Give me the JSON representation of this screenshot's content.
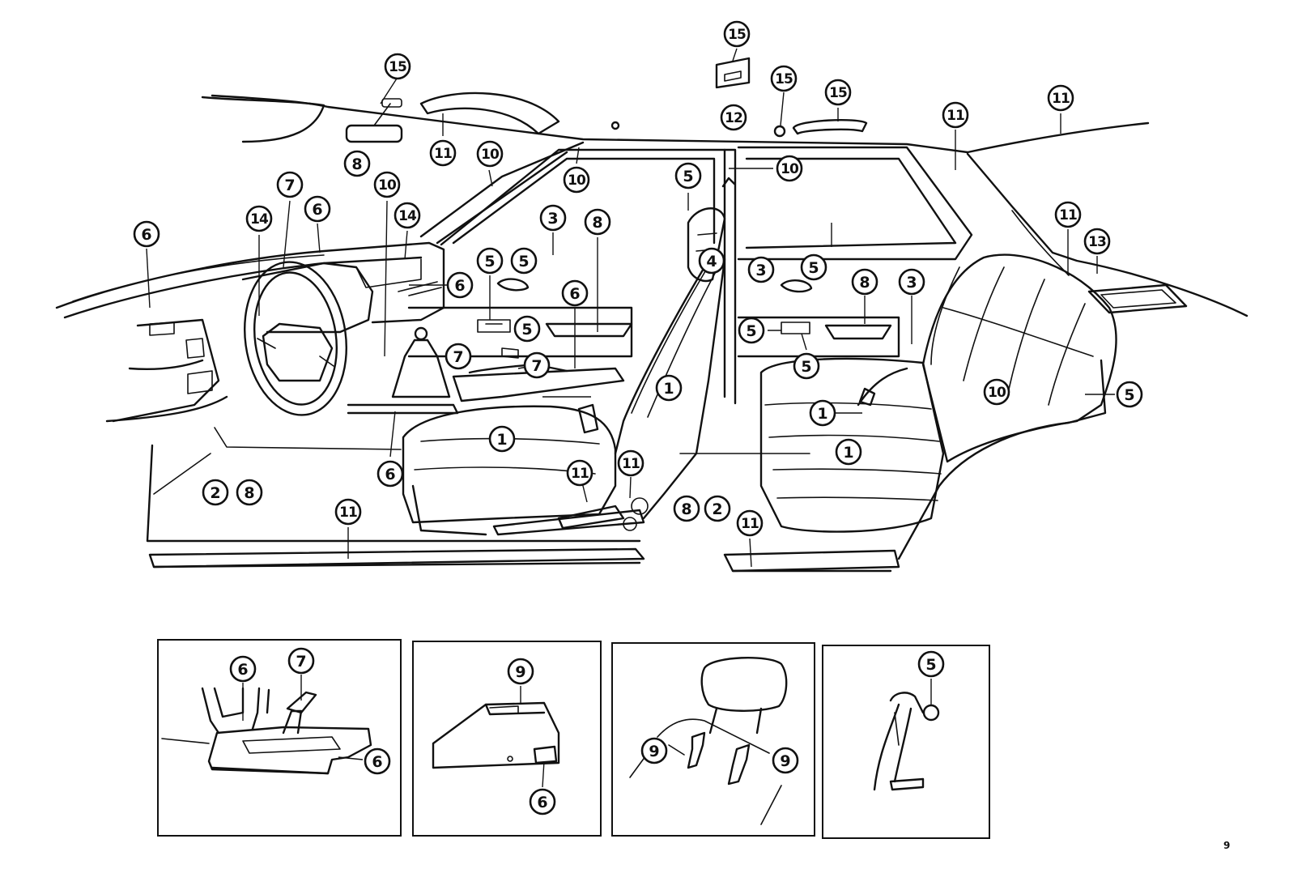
{
  "page_number": "9",
  "callouts": [
    {
      "label": "15"
    },
    {
      "label": "15"
    },
    {
      "label": "15"
    },
    {
      "label": "15"
    },
    {
      "label": "12"
    },
    {
      "label": "11"
    },
    {
      "label": "11"
    },
    {
      "label": "11"
    },
    {
      "label": "8"
    },
    {
      "label": "10"
    },
    {
      "label": "10"
    },
    {
      "label": "10"
    },
    {
      "label": "10"
    },
    {
      "label": "5"
    },
    {
      "label": "7"
    },
    {
      "label": "6"
    },
    {
      "label": "14"
    },
    {
      "label": "14"
    },
    {
      "label": "6"
    },
    {
      "label": "3"
    },
    {
      "label": "8"
    },
    {
      "label": "5"
    },
    {
      "label": "5"
    },
    {
      "label": "6"
    },
    {
      "label": "5"
    },
    {
      "label": "6"
    },
    {
      "label": "7"
    },
    {
      "label": "7"
    },
    {
      "label": "4"
    },
    {
      "label": "3"
    },
    {
      "label": "5"
    },
    {
      "label": "8"
    },
    {
      "label": "3"
    },
    {
      "label": "11"
    },
    {
      "label": "13"
    },
    {
      "label": "5"
    },
    {
      "label": "5"
    },
    {
      "label": "1"
    },
    {
      "label": "10"
    },
    {
      "label": "5"
    },
    {
      "label": "1"
    },
    {
      "label": "1"
    },
    {
      "label": "1"
    },
    {
      "label": "6"
    },
    {
      "label": "11"
    },
    {
      "label": "11"
    },
    {
      "label": "2"
    },
    {
      "label": "8"
    },
    {
      "label": "8"
    },
    {
      "label": "2"
    },
    {
      "label": "11"
    },
    {
      "label": "11"
    },
    {
      "label": "6"
    },
    {
      "label": "7"
    },
    {
      "label": "6"
    },
    {
      "label": "9"
    },
    {
      "label": "6"
    },
    {
      "label": "9"
    },
    {
      "label": "9"
    },
    {
      "label": "5"
    }
  ]
}
